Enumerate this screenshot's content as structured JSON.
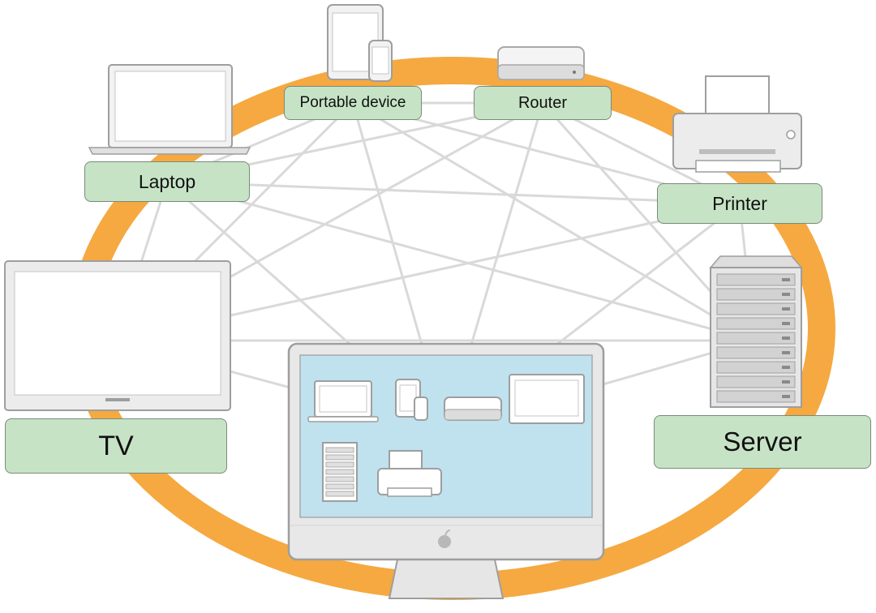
{
  "colors": {
    "ring": "#f5a940",
    "links": "#d9d9d9",
    "label_fill": "#c6e3c6",
    "label_border": "#7a8a7a",
    "device_body": "#e4e4e4",
    "device_frame": "#9e9e9e",
    "screen": "#bfe2ee"
  },
  "nodes": [
    {
      "id": "laptop",
      "label": "Laptop",
      "icon": "laptop-icon"
    },
    {
      "id": "portable",
      "label": "Portable device",
      "icon": "tablet-phone-icon"
    },
    {
      "id": "router",
      "label": "Router",
      "icon": "router-icon"
    },
    {
      "id": "printer",
      "label": "Printer",
      "icon": "printer-icon"
    },
    {
      "id": "tv",
      "label": "TV",
      "icon": "tv-icon"
    },
    {
      "id": "server",
      "label": "Server",
      "icon": "server-icon"
    },
    {
      "id": "imac",
      "label": "",
      "icon": "imac-icon"
    }
  ],
  "imac_screen_icons": [
    "laptop-icon",
    "tablet-phone-icon",
    "router-icon",
    "tv-icon",
    "server-icon",
    "printer-icon"
  ],
  "logo_icon": "apple-logo-icon",
  "links": [
    [
      "laptop",
      "router"
    ],
    [
      "laptop",
      "printer"
    ],
    [
      "laptop",
      "server"
    ],
    [
      "laptop",
      "imac"
    ],
    [
      "laptop",
      "tv"
    ],
    [
      "laptop",
      "portable"
    ],
    [
      "portable",
      "printer"
    ],
    [
      "portable",
      "server"
    ],
    [
      "portable",
      "imac"
    ],
    [
      "portable",
      "tv"
    ],
    [
      "portable",
      "router"
    ],
    [
      "router",
      "server"
    ],
    [
      "router",
      "imac"
    ],
    [
      "router",
      "tv"
    ],
    [
      "router",
      "printer"
    ],
    [
      "printer",
      "tv"
    ],
    [
      "printer",
      "imac"
    ],
    [
      "printer",
      "server"
    ],
    [
      "tv",
      "server"
    ],
    [
      "tv",
      "imac"
    ],
    [
      "server",
      "imac"
    ]
  ]
}
